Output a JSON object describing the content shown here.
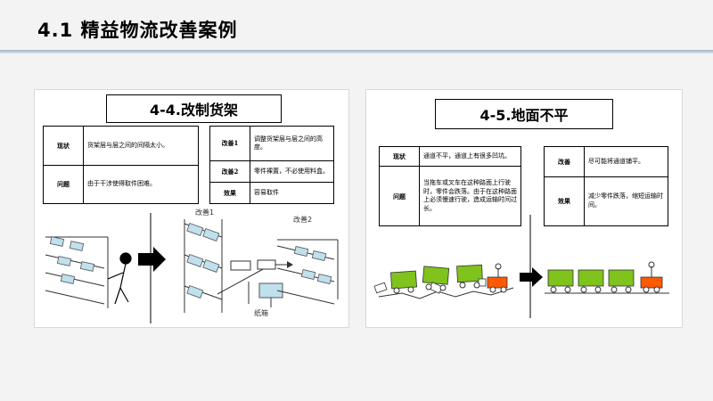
{
  "slide": {
    "title": "4.1 精益物流改善案例"
  },
  "left_case": {
    "heading": "4-4.改制货架",
    "status_key": "现状",
    "status_text": "货架层与层之间的间隔太小。",
    "problem_key": "问题",
    "problem_text": "由于干涉使得取件困难。",
    "improve1_key": "改善1",
    "improve1_text": "调整货架层与层之间的高度。",
    "improve2_key": "改善2",
    "improve2_text": "零件裸置，不必使用料盒。",
    "effect_key": "效果",
    "effect_text": "容易取件",
    "label_improve1": "改善1",
    "label_improve2": "改善2",
    "label_box": "纸箱"
  },
  "right_case": {
    "heading": "4-5.地面不平",
    "status_key": "现状",
    "status_text": "通道不平，通道上有很多凹坑。",
    "problem_key": "问题",
    "problem_text": "当拖车或叉车在这种路面上行驶时，零件会跌落。由于在这种路面上必须慢速行驶，造成运输时间过长。",
    "improve_key": "改善",
    "improve_text": "尽可能将通道铺平。",
    "effect_key": "效果",
    "effect_text": "减少零件跌落，缩短运输时间。"
  },
  "colors": {
    "cart_green": "#7fc31c",
    "tractor_orange": "#ff5a00",
    "bin_blue": "#bfe0ec"
  }
}
